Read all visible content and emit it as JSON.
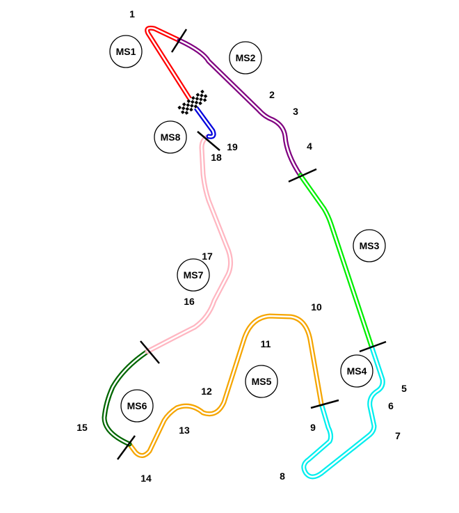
{
  "colors": {
    "ms1": "#ff0000",
    "ms2": "#800080",
    "ms3": "#00ee00",
    "ms4": "#00eeee",
    "ms5": "#f5a500",
    "ms6": "#006600",
    "ms7": "#ffb6c1",
    "ms8": "#0000dd"
  },
  "mini_sectors": [
    "MS1",
    "MS2",
    "MS3",
    "MS4",
    "MS5",
    "MS6",
    "MS7",
    "MS8"
  ],
  "turns": [
    "1",
    "2",
    "3",
    "4",
    "5",
    "6",
    "7",
    "8",
    "9",
    "10",
    "11",
    "12",
    "13",
    "14",
    "15",
    "16",
    "17",
    "18",
    "19"
  ]
}
